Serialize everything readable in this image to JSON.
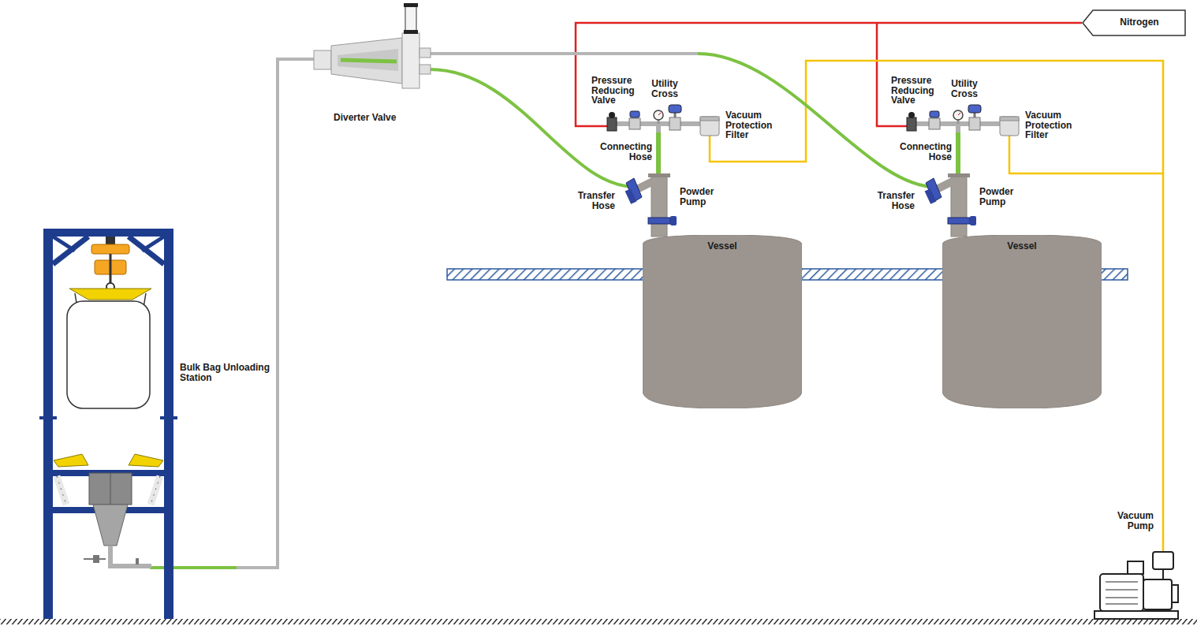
{
  "diagram": {
    "nodes": [
      {
        "text": [
          "Nitrogen"
        ]
      },
      {
        "text": [
          "Vessel"
        ]
      },
      {
        "text": [
          "Vessel"
        ]
      }
    ],
    "labels": [
      "Diverter Valve",
      "Pressure Reducing Valve",
      "Utility Cross",
      "Vacuum Protection Filter",
      "Connecting Hose",
      "Transfer Hose",
      "Powder Pump",
      "Pressure Reducing Valve",
      "Utility Cross",
      "Vacuum Protection Filter",
      "Connecting Hose",
      "Transfer Hose",
      "Powder Pump",
      "Bulk Bag Unloading Station",
      "Vacuum Pump"
    ]
  }
}
